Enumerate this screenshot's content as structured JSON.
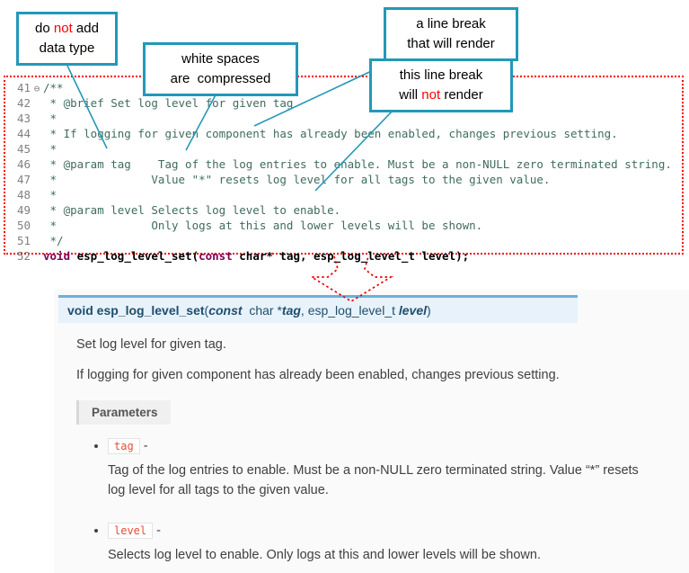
{
  "colors": {
    "accent": "#2398b8",
    "red": "#ff0000",
    "comment": "#3f6b5f",
    "keyword": "#7f0055",
    "chip": "#e74c3c",
    "sigbg": "#e7f2fa",
    "sigborder": "#6ab0de",
    "panelbg": "#fafafa",
    "textgray": "#404040"
  },
  "callouts": [
    {
      "lines": [
        [
          {
            "t": "do "
          },
          {
            "t": "not",
            "c": "red-text"
          },
          {
            "t": " add"
          }
        ],
        [
          {
            "t": "data type"
          }
        ]
      ]
    },
    {
      "lines": [
        [
          {
            "t": "white spaces"
          }
        ],
        [
          {
            "t": "are  compressed"
          }
        ]
      ]
    },
    {
      "lines": [
        [
          {
            "t": "a line break"
          }
        ],
        [
          {
            "t": "that will render"
          }
        ]
      ]
    },
    {
      "lines": [
        [
          {
            "t": "this line break"
          }
        ],
        [
          {
            "t": "will "
          },
          {
            "t": "not",
            "c": "red-text"
          },
          {
            "t": " render"
          }
        ]
      ]
    }
  ],
  "editor": {
    "lines": [
      {
        "num": "41",
        "fold": "⊖",
        "segments": [
          {
            "t": "/**",
            "cls": "comment"
          }
        ]
      },
      {
        "num": "42",
        "segments": [
          {
            "t": " * @brief Set log level for given tag",
            "cls": "comment"
          }
        ]
      },
      {
        "num": "43",
        "segments": [
          {
            "t": " *",
            "cls": "comment"
          }
        ]
      },
      {
        "num": "44",
        "segments": [
          {
            "t": " * If logging for given component has already been enabled, changes previous setting.",
            "cls": "comment"
          }
        ]
      },
      {
        "num": "45",
        "segments": [
          {
            "t": " *",
            "cls": "comment"
          }
        ]
      },
      {
        "num": "46",
        "segments": [
          {
            "t": " * @param tag    Tag of the log entries to enable. Must be a non-NULL zero terminated string.",
            "cls": "comment"
          }
        ]
      },
      {
        "num": "47",
        "segments": [
          {
            "t": " *              Value \"*\" resets log level for all tags to the given value.",
            "cls": "comment"
          }
        ]
      },
      {
        "num": "48",
        "segments": [
          {
            "t": " *",
            "cls": "comment"
          }
        ]
      },
      {
        "num": "49",
        "segments": [
          {
            "t": " * @param level Selects log level to enable.",
            "cls": "comment"
          }
        ]
      },
      {
        "num": "50",
        "segments": [
          {
            "t": " *              Only logs at this and lower levels will be shown.",
            "cls": "comment"
          }
        ]
      },
      {
        "num": "51",
        "segments": [
          {
            "t": " */",
            "cls": "comment"
          }
        ]
      },
      {
        "num": "52",
        "segments": [
          {
            "t": "void",
            "cls": "keyword"
          },
          {
            "t": " esp_log_level_set(",
            "cls": "code"
          },
          {
            "t": "const",
            "cls": "keyword"
          },
          {
            "t": " char* tag, esp_log_level_t level);",
            "cls": "code"
          }
        ]
      }
    ]
  },
  "doc": {
    "signature": [
      {
        "t": "void ",
        "cls": "sig-kw"
      },
      {
        "t": "esp_log_level_set",
        "cls": "sig-name"
      },
      {
        "t": "(",
        "cls": "sig-plain"
      },
      {
        "t": "const",
        "cls": "sig-kw-italic"
      },
      {
        "t": "  char *",
        "cls": "sig-plain"
      },
      {
        "t": "tag",
        "cls": "sig-param"
      },
      {
        "t": ", ",
        "cls": "sig-plain"
      },
      {
        "t": "esp_log_level_t ",
        "cls": "sig-plain"
      },
      {
        "t": "level",
        "cls": "sig-param"
      },
      {
        "t": ")",
        "cls": "sig-plain"
      }
    ],
    "brief": "Set log level for given tag.",
    "description": "If logging for given component has already been enabled, changes previous setting.",
    "parameters_label": "Parameters",
    "params": [
      {
        "name": "tag",
        "sep": " - ",
        "desc": "Tag of the log entries to enable. Must be a non-NULL zero terminated string. Value “*” resets log level for all tags to the given value."
      },
      {
        "name": "level",
        "sep": " - ",
        "desc": "Selects log level to enable. Only logs at this and lower levels will be shown."
      }
    ]
  }
}
